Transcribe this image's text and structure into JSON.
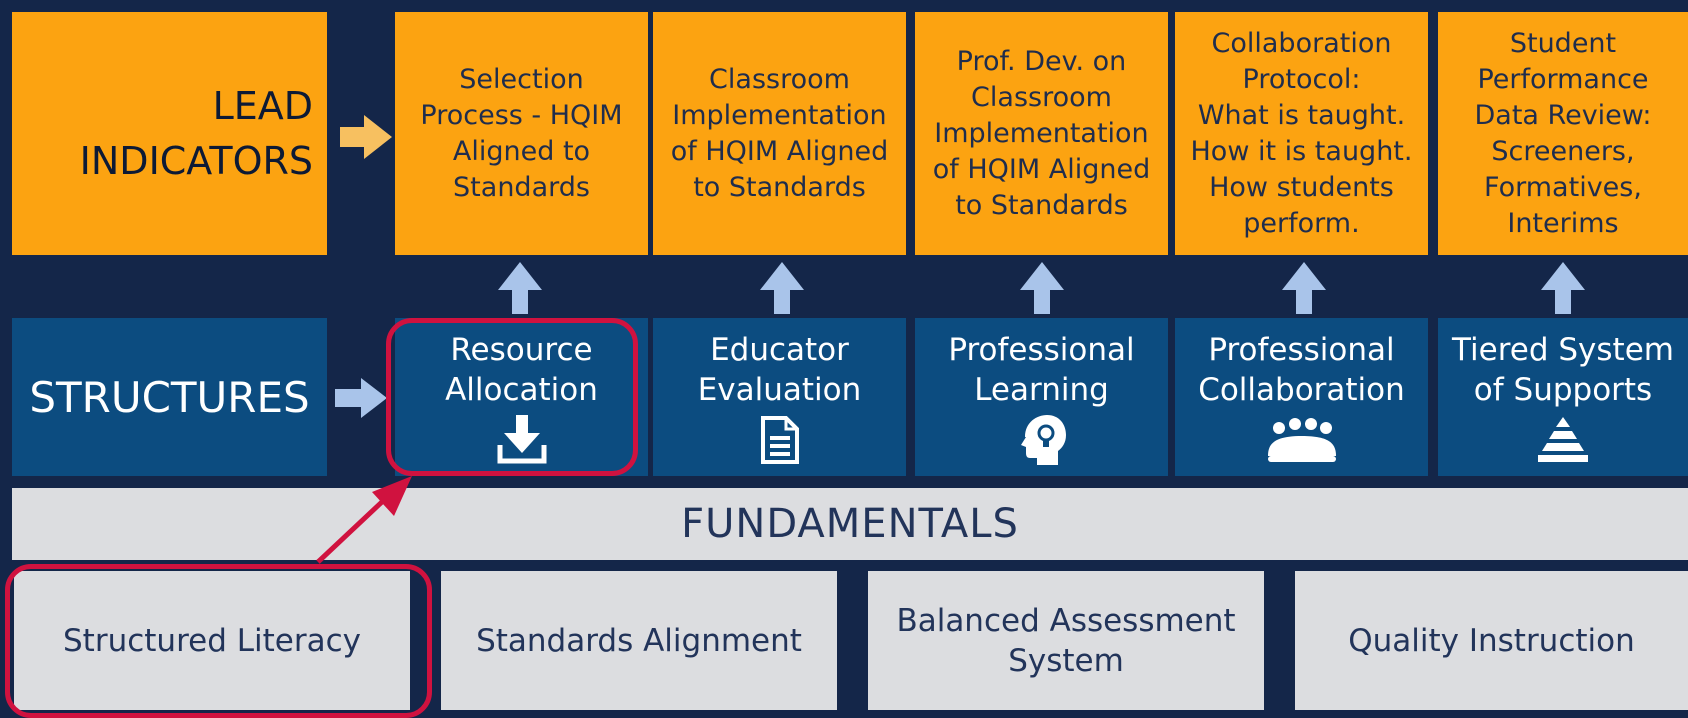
{
  "lead_indicators": {
    "label": "LEAD\nINDICATORS",
    "items": [
      "Selection\nProcess - HQIM\nAligned to\nStandards",
      "Classroom\nImplementation\nof HQIM Aligned\nto Standards",
      "Prof.  Dev. on\nClassroom\nImplementation\nof HQIM Aligned\nto Standards",
      "Collaboration\nProtocol:\nWhat is taught.\nHow it is taught.\nHow students\nperform.",
      "Student\nPerformance\nData Review:\nScreeners,\nFormatives,\nInterims"
    ]
  },
  "structures": {
    "label": "STRUCTURES",
    "items": [
      {
        "label": "Resource\nAllocation",
        "icon": "download-icon"
      },
      {
        "label": "Educator\nEvaluation",
        "icon": "document-icon"
      },
      {
        "label": "Professional\nLearning",
        "icon": "head-lightbulb-icon"
      },
      {
        "label": "Professional\nCollaboration",
        "icon": "group-icon"
      },
      {
        "label": "Tiered System\nof Supports",
        "icon": "pyramid-icon"
      }
    ]
  },
  "fundamentals": {
    "label": "FUNDAMENTALS",
    "items": [
      "Structured Literacy",
      "Standards Alignment",
      "Balanced Assessment\nSystem",
      "Quality Instruction"
    ]
  },
  "colors": {
    "background": "#142649",
    "lead": "#fca311",
    "structure": "#0c4c80",
    "fundamental": "#dcdde0",
    "highlight": "#d0123f",
    "arrow_side": "#f7c060",
    "arrow_up": "#a9c4ea"
  }
}
